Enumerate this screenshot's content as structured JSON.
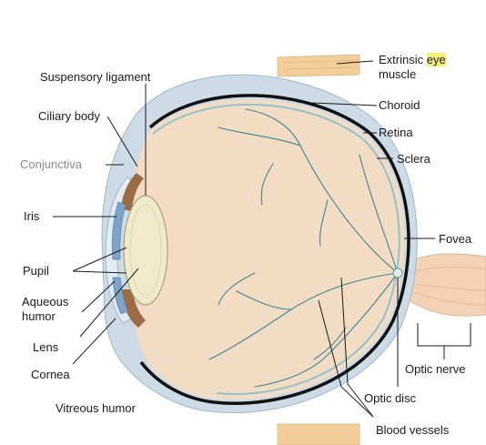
{
  "labels": {
    "suspensory_ligament": "Suspensory ligament",
    "ciliary_body": "Ciliary body",
    "conjunctiva": "Conjunctiva",
    "iris": "Iris",
    "pupil": "Pupil",
    "aqueous_humor_line1": "Aqueous",
    "aqueous_humor_line2": "humor",
    "lens": "Lens",
    "cornea": "Cornea",
    "vitreous_humor": "Vitreous humor",
    "extrinsic_muscle_word1": "Extrinsic",
    "extrinsic_muscle_word2": "eye",
    "extrinsic_muscle_line2": "muscle",
    "choroid": "Choroid",
    "retina": "Retina",
    "sclera": "Sclera",
    "fovea": "Fovea",
    "optic_nerve": "Optic nerve",
    "optic_disc": "Optic disc",
    "blood_vessels": "Blood vessels"
  },
  "colors": {
    "vitreous": "#f3dcc4",
    "sclera": "#ccdbe5",
    "choroid": "#111111",
    "retina": "#8fc2cf",
    "lens": "#efeacb",
    "iris": "#7fa2c9",
    "muscle": "#f2cf9a",
    "nerve": "#f3d2b6",
    "vessel": "#3d8596",
    "highlight": "#f7ef79"
  }
}
